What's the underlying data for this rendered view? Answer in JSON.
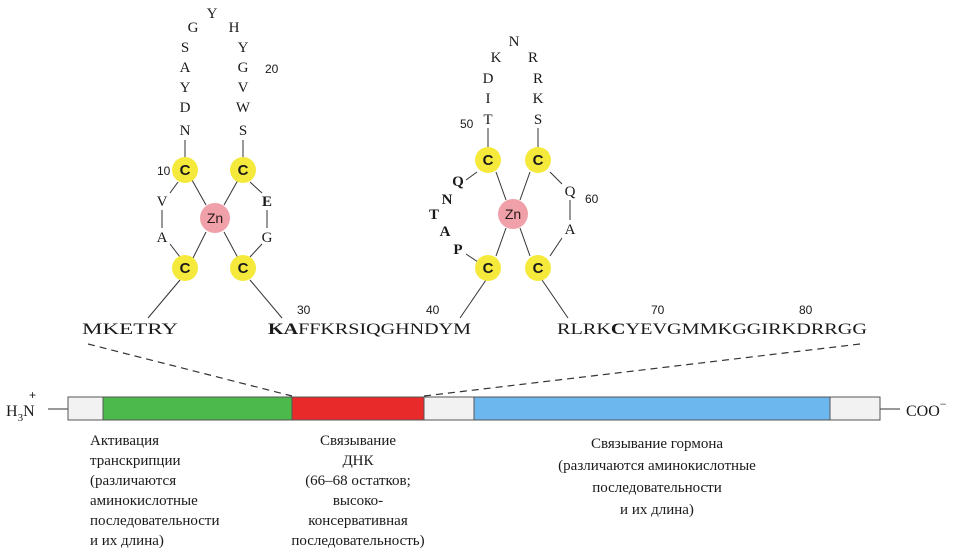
{
  "finger1": {
    "loop_left": [
      "G",
      "S",
      "A",
      "Y",
      "D",
      "N"
    ],
    "loop_top": "Y",
    "loop_right": [
      "H",
      "Y",
      "G",
      "V",
      "W",
      "S"
    ],
    "left_lower": [
      "V",
      "A"
    ],
    "right_lower": [
      "E",
      "G"
    ],
    "num_10": "10",
    "num_20": "20"
  },
  "finger2": {
    "loop_left": [
      "K",
      "D",
      "I",
      "T"
    ],
    "loop_top": "N",
    "loop_right": [
      "R",
      "R",
      "K",
      "S"
    ],
    "left_lower": [
      "Q",
      "N",
      "T",
      "A",
      "P"
    ],
    "right_lower": [
      "Q",
      "A"
    ],
    "num_50": "50",
    "num_60": "60"
  },
  "cys_label": "C",
  "zn_label": "Zn",
  "sequence": {
    "part1": "MKETRY",
    "part2_bold": "KA",
    "part2_rest": "FFKRSIQGHNDYM",
    "part3_pre": "RLRK",
    "part3_bold": "C",
    "part3_post": "YEVGMMKGGIRKDRRGG",
    "num_30": "30",
    "num_40": "40",
    "num_70": "70",
    "num_80": "80"
  },
  "termini": {
    "n_main": "H",
    "n_sub": "3",
    "n_atom": "N",
    "n_charge": "+",
    "c_main": "COO",
    "c_charge": "−"
  },
  "colors": {
    "cys": "#f5ea3c",
    "zinc": "#f0a0a8",
    "activation": "#4cb94c",
    "dna": "#e82a2a",
    "hormone": "#6cb8ee",
    "neutral": "#f2f2f2"
  },
  "labels": {
    "activation": [
      "Активация",
      "транскрипции",
      "(различаются",
      "аминокислотные",
      "последовательности",
      "и их длина)"
    ],
    "dna": [
      "Связывание",
      "ДНК",
      "(66–68 остатков;",
      "высоко-",
      "консервативная",
      "последовательность)"
    ],
    "hormone": [
      "Связывание гормона",
      "(различаются аминокислотные",
      "последовательности",
      "и их длина)"
    ]
  }
}
